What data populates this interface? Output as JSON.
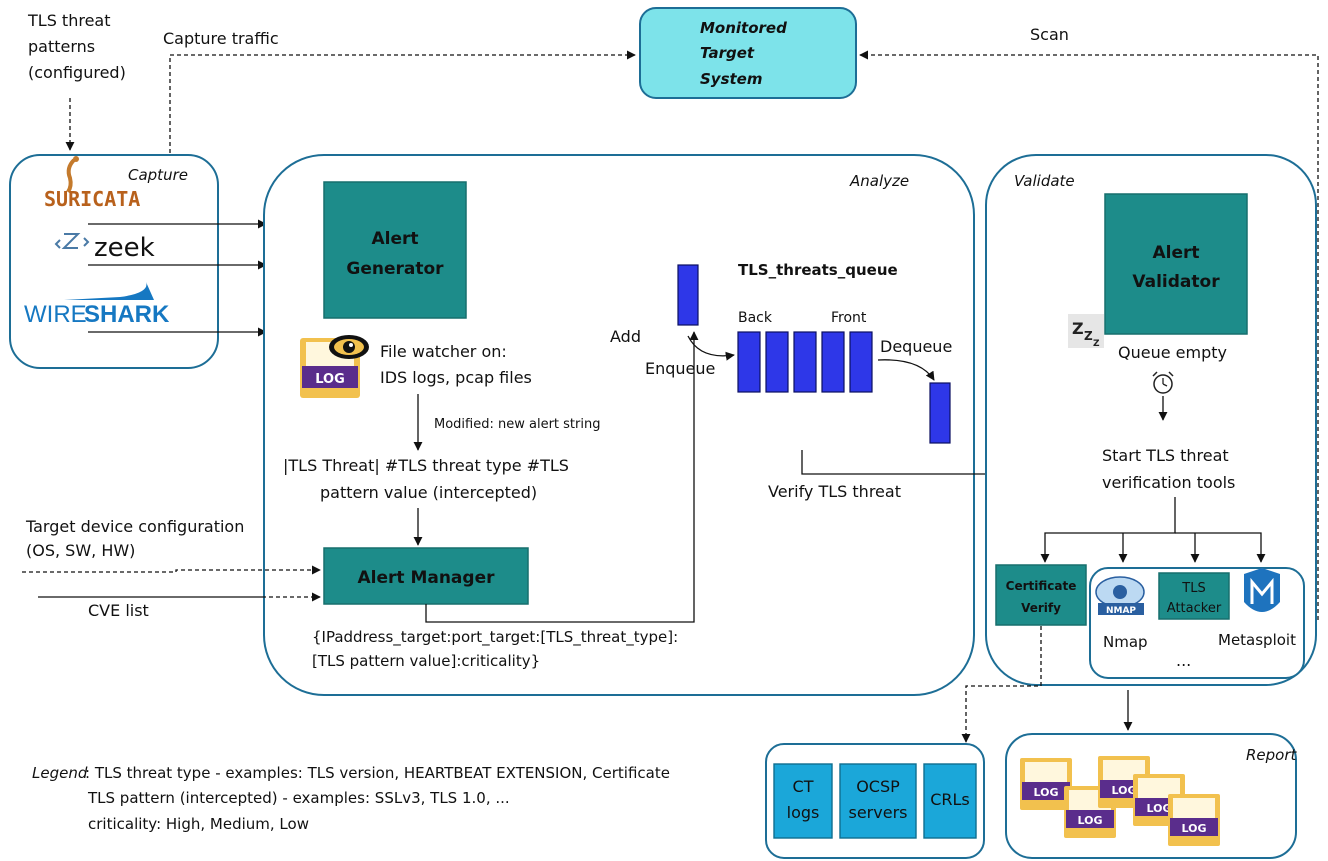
{
  "colors": {
    "panel_border": "#1d6e96",
    "teal_box": "#1d8c8a",
    "monitored_fill": "#7de3ea",
    "queue_blue": "#2e37e8",
    "source_box": "#1ba7d9",
    "log_yellow": "#f2c14e",
    "log_purple": "#5a2d8c"
  },
  "top": {
    "patterns_line1": "TLS threat",
    "patterns_line2": "patterns",
    "patterns_line3": "(configured)",
    "capture_traffic": "Capture traffic",
    "monitored_line1": "Monitored",
    "monitored_line2": "Target",
    "monitored_line3": "System",
    "scan": "Scan"
  },
  "capture": {
    "title": "Capture",
    "suricata": "SURICATA",
    "zeek": "zeek",
    "wireshark_a": "WIRE",
    "wireshark_b": "SHARK"
  },
  "analyze": {
    "title": "Analyze",
    "alert_generator_1": "Alert",
    "alert_generator_2": "Generator",
    "log_badge": "LOG",
    "file_watcher_1": "File watcher on:",
    "file_watcher_2": "IDS logs, pcap files",
    "modified": "Modified: new alert string",
    "threat_line1": "|TLS Threat|  #TLS threat type #TLS",
    "threat_line2": "pattern value (intercepted)",
    "alert_manager": "Alert Manager",
    "format_line1": "{IPaddress_target:port_target:[TLS_threat_type]:",
    "format_line2": "[TLS pattern value]:criticality}",
    "queue_title": "TLS_threats_queue",
    "add": "Add",
    "enqueue": "Enqueue",
    "back": "Back",
    "front": "Front",
    "dequeue": "Dequeue",
    "verify": "Verify TLS threat"
  },
  "inputs": {
    "target_config_1": "Target device configuration",
    "target_config_2": "(OS, SW, HW)",
    "cve": "CVE list"
  },
  "validate": {
    "title": "Validate",
    "validator_1": "Alert",
    "validator_2": "Validator",
    "zzz": "Z",
    "queue_empty": "Queue empty",
    "alarm_icon": "alarm-clock-icon",
    "start_1": "Start TLS threat",
    "start_2": "verification tools",
    "cert_1": "Certificate",
    "cert_2": "Verify",
    "nmap_logo": "NMAP",
    "nmap": "Nmap",
    "tls_attacker_1": "TLS",
    "tls_attacker_2": "Attacker",
    "metasploit": "Metasploit",
    "ellipsis": "..."
  },
  "sources": {
    "ct_1": "CT",
    "ct_2": "logs",
    "ocsp_1": "OCSP",
    "ocsp_2": "servers",
    "crls": "CRLs"
  },
  "report": {
    "title": "Report",
    "log": "LOG"
  },
  "legend": {
    "label": "Legend",
    "line1": ": TLS threat type - examples: TLS version, HEARTBEAT EXTENSION, Certificate",
    "line2": "TLS pattern (intercepted) - examples: SSLv3, TLS 1.0, ...",
    "line3": "criticality: High, Medium, Low"
  }
}
